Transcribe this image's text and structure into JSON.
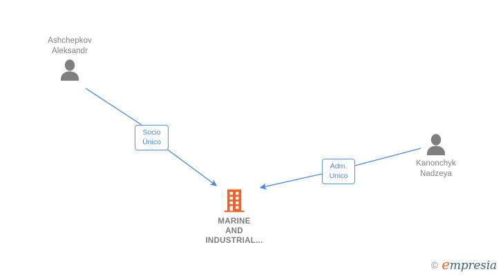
{
  "diagram": {
    "type": "ownership-relationship-graph",
    "background_color": "#ffffff",
    "edge_color": "#4a86d8",
    "person_color": "#808080",
    "company_color": "#f2622a"
  },
  "company": {
    "name": "MARINE\nAND\nINDUSTRIAL...",
    "icon": "building-icon"
  },
  "persons": [
    {
      "id": "ashchepkov",
      "name": "Ashchepkov\nAleksandr",
      "icon": "person-avatar-icon"
    },
    {
      "id": "kanonchyk",
      "name": "Kanonchyk\nNadzeya",
      "icon": "person-avatar-icon"
    }
  ],
  "relations": [
    {
      "id": "socio-unico",
      "label": "Socio\nÚnico",
      "from": "ashchepkov",
      "to": "company"
    },
    {
      "id": "adm-unico",
      "label": "Adm.\nUnico",
      "from": "kanonchyk",
      "to": "company"
    }
  ],
  "watermark": {
    "copyright": "©",
    "brand_initial": "e",
    "brand_rest": "mpresia"
  }
}
